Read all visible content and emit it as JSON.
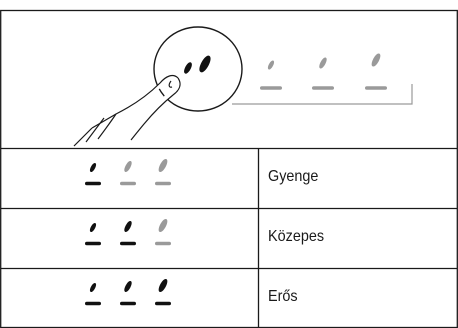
{
  "legend_table": {
    "header": {
      "control_graphic": "finger-pressing-bean-button",
      "indicator_levels": [
        {
          "bean": "small",
          "lit": false
        },
        {
          "bean": "medium",
          "lit": false
        },
        {
          "bean": "large",
          "lit": false
        }
      ]
    },
    "rows": [
      {
        "label": "Gyenge",
        "lit_count": 1
      },
      {
        "label": "Közepes",
        "lit_count": 2
      },
      {
        "label": "Erős",
        "lit_count": 3
      }
    ],
    "colors": {
      "lit": "#111111",
      "unlit": "#9a9a9a",
      "grid": "#1a1a1a"
    }
  }
}
